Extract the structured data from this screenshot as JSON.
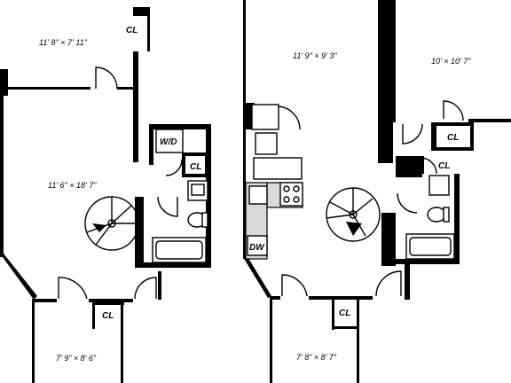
{
  "plan_left": {
    "bedroom_top": "11' 8\" × 7' 11\"",
    "living": "11' 6\" × 18' 7\"",
    "bedroom_bottom": "7' 9\" × 8' 6\"",
    "closet_top": "CL",
    "closet_bath": "CL",
    "closet_bottom": "CL",
    "washer_dryer": "W/D"
  },
  "plan_right": {
    "living": "11' 9\" × 9' 3\"",
    "bedroom_top_right": "10' × 10' 7\"",
    "bedroom_bottom": "7' 8\" × 8' 7\"",
    "closet_top": "CL",
    "closet_right": "CL",
    "closet_bath": "CL",
    "closet_bottom": "CL",
    "dishwasher": "DW"
  }
}
